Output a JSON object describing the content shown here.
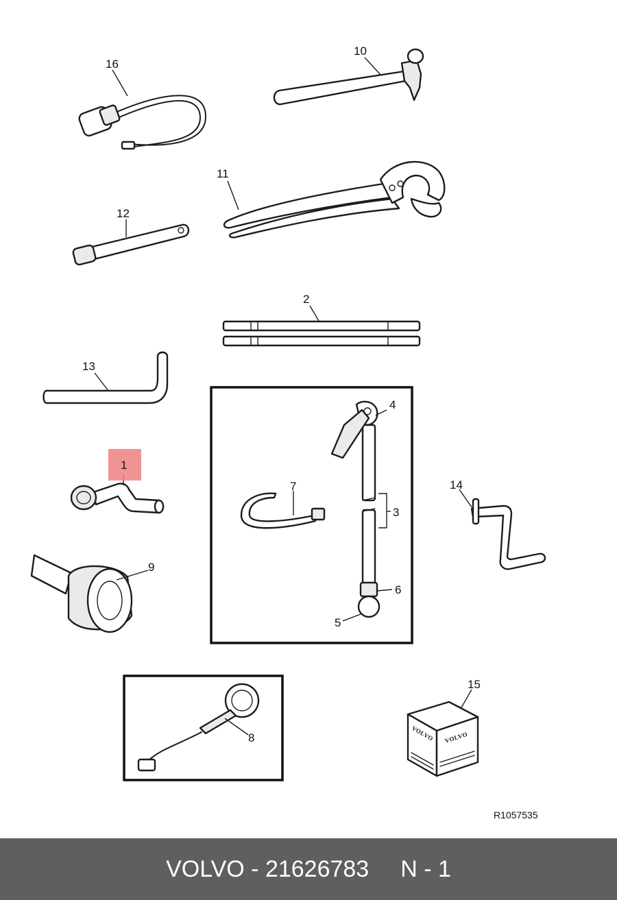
{
  "diagram": {
    "reference_code": "R1057535",
    "brand_mark": "VOLVO",
    "highlighted_callout": "1",
    "highlight_color": "#f08080",
    "callouts": {
      "c1": "1",
      "c2": "2",
      "c3": "3",
      "c4": "4",
      "c5": "5",
      "c6": "6",
      "c7": "7",
      "c8": "8",
      "c9": "9",
      "c10": "10",
      "c11": "11",
      "c12": "12",
      "c13": "13",
      "c14": "14",
      "c15": "15",
      "c16": "16"
    }
  },
  "footer": {
    "brand": "VOLVO",
    "separator": " - ",
    "part_number": "21626783",
    "position_label": "N - 1",
    "background_color": "#5f5f5f"
  }
}
